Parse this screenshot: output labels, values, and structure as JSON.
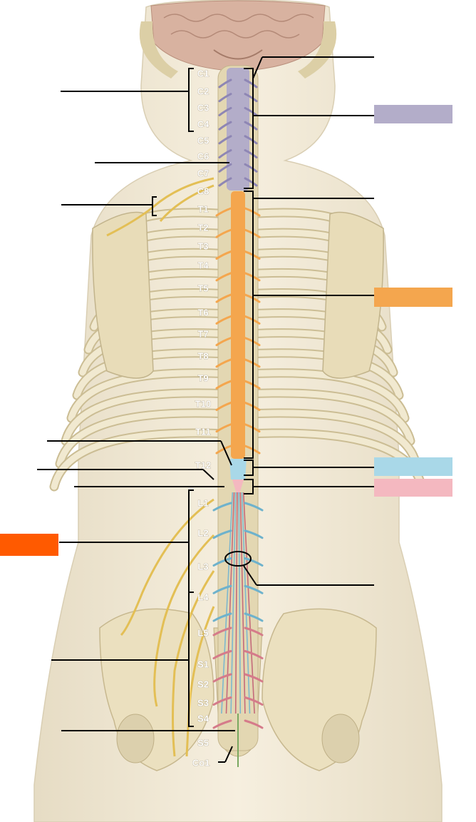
{
  "colors": {
    "cervical": "#b3adc9",
    "thoracic": "#f4a64e",
    "lumbar": "#a9d8e8",
    "sacral": "#f4b8c0",
    "highlight": "#ff5a00",
    "bone": "#e9dfbf",
    "nerve": "#e8c86a",
    "skin": "#f3ead8"
  },
  "legend": [
    {
      "id": "cervical",
      "color": "#b3adc9"
    },
    {
      "id": "thoracic",
      "color": "#f4a64e"
    },
    {
      "id": "lumbar",
      "color": "#a9d8e8"
    },
    {
      "id": "sacral",
      "color": "#f4b8c0"
    }
  ],
  "levels": {
    "cervical": [
      "C1",
      "C2",
      "C3",
      "C4",
      "C5",
      "C6",
      "C7",
      "C8"
    ],
    "thoracic": [
      "T1",
      "T2",
      "T3",
      "T4",
      "T5",
      "T6",
      "T7",
      "T8",
      "T9",
      "T10",
      "T11",
      "T12"
    ],
    "lumbar": [
      "L1",
      "L2",
      "L3",
      "L4",
      "L5"
    ],
    "sacral": [
      "S1",
      "S2",
      "S3",
      "S4",
      "S5"
    ],
    "coccygeal": [
      "Co1"
    ]
  }
}
